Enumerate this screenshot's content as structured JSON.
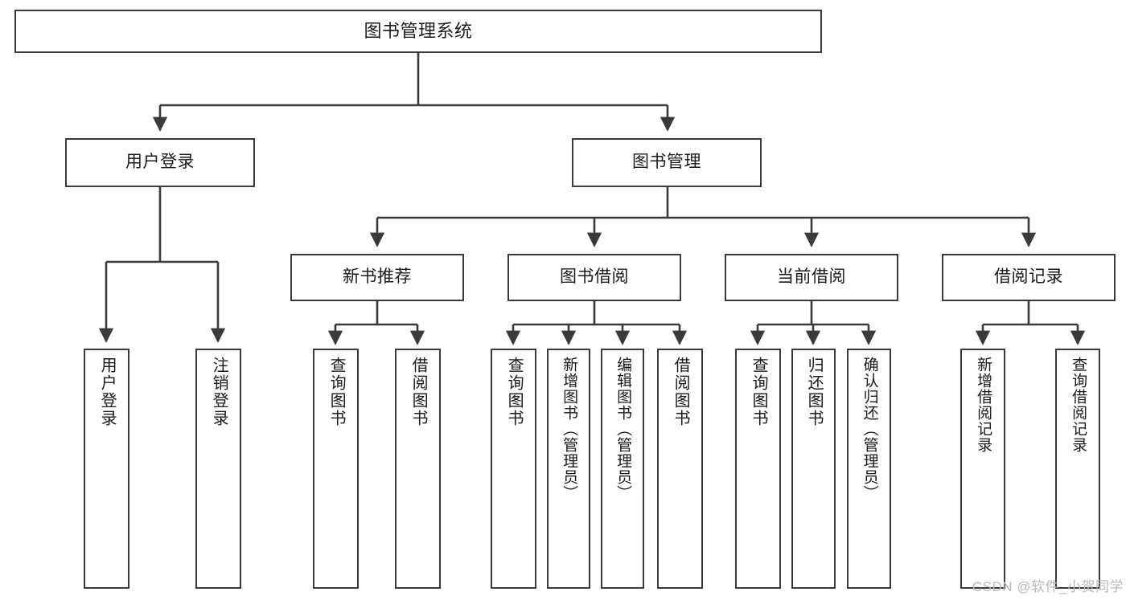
{
  "diagram": {
    "title": "图书管理系统",
    "type": "tree-hierarchy",
    "background_color": "#ffffff",
    "box_border_color": "#3a3a3a",
    "connector_color": "#3a3a3a",
    "text_color": "#1a1a1a"
  },
  "root": {
    "label": "图书管理系统"
  },
  "level2": [
    {
      "label": "用户登录"
    },
    {
      "label": "图书管理"
    }
  ],
  "level3": [
    {
      "label": "新书推荐"
    },
    {
      "label": "图书借阅"
    },
    {
      "label": "当前借阅"
    },
    {
      "label": "借阅记录"
    }
  ],
  "leaves": {
    "user_login": [
      {
        "label": "用户登录"
      },
      {
        "label": "注销登录"
      }
    ],
    "new_book_recommend": [
      {
        "label": "查询图书"
      },
      {
        "label": "借阅图书"
      }
    ],
    "book_borrow": [
      {
        "label": "查询图书"
      },
      {
        "label": "新增图书（管理员）"
      },
      {
        "label": "编辑图书（管理员）"
      },
      {
        "label": "借阅图书"
      }
    ],
    "current_borrow": [
      {
        "label": "查询图书"
      },
      {
        "label": "归还图书"
      },
      {
        "label": "确认归还（管理员）"
      }
    ],
    "borrow_record": [
      {
        "label": "新增借阅记录"
      },
      {
        "label": "查询借阅记录"
      }
    ]
  },
  "watermark": {
    "text": "CSDN @软件_小贺同学"
  }
}
